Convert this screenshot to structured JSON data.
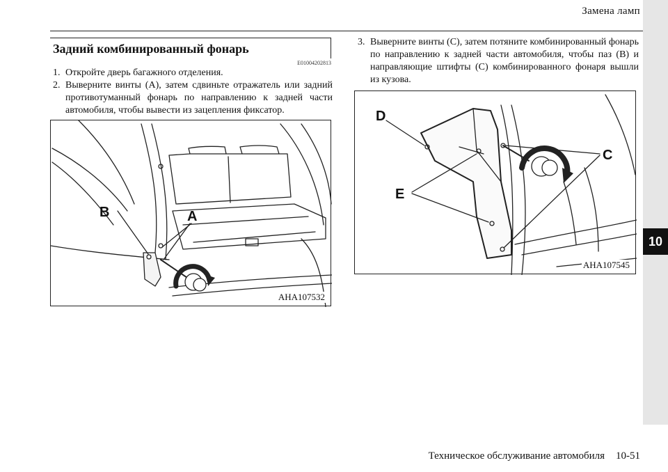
{
  "header": {
    "title": "Замена ламп"
  },
  "chapter_tab": "10",
  "section": {
    "title": "Задний комбинированный фонарь",
    "code": "E01004202813"
  },
  "steps_left": [
    {
      "num": "1.",
      "text": "Откройте дверь багажного отделения."
    },
    {
      "num": "2.",
      "text": "Выверните винты (A), затем сдвиньте отражатель или задний противотуманный фонарь по направлению к задней части автомобиля, чтобы вывести из зацепления фиксатор."
    }
  ],
  "steps_right": [
    {
      "num": "3.",
      "text": "Выверните винты (C), затем потяните комбинированный фонарь по направлению к задней части автомобиля, чтобы паз (B) и направляющие штифты (C) комбинированного фонаря вышли из кузова."
    }
  ],
  "figures": [
    {
      "code": "AHA107532",
      "callouts": [
        "B",
        "A"
      ]
    },
    {
      "code": "AHA107545",
      "callouts": [
        "D",
        "C",
        "E"
      ]
    }
  ],
  "footer": {
    "text": "Техническое обслуживание автомобиля",
    "page": "10-51"
  }
}
